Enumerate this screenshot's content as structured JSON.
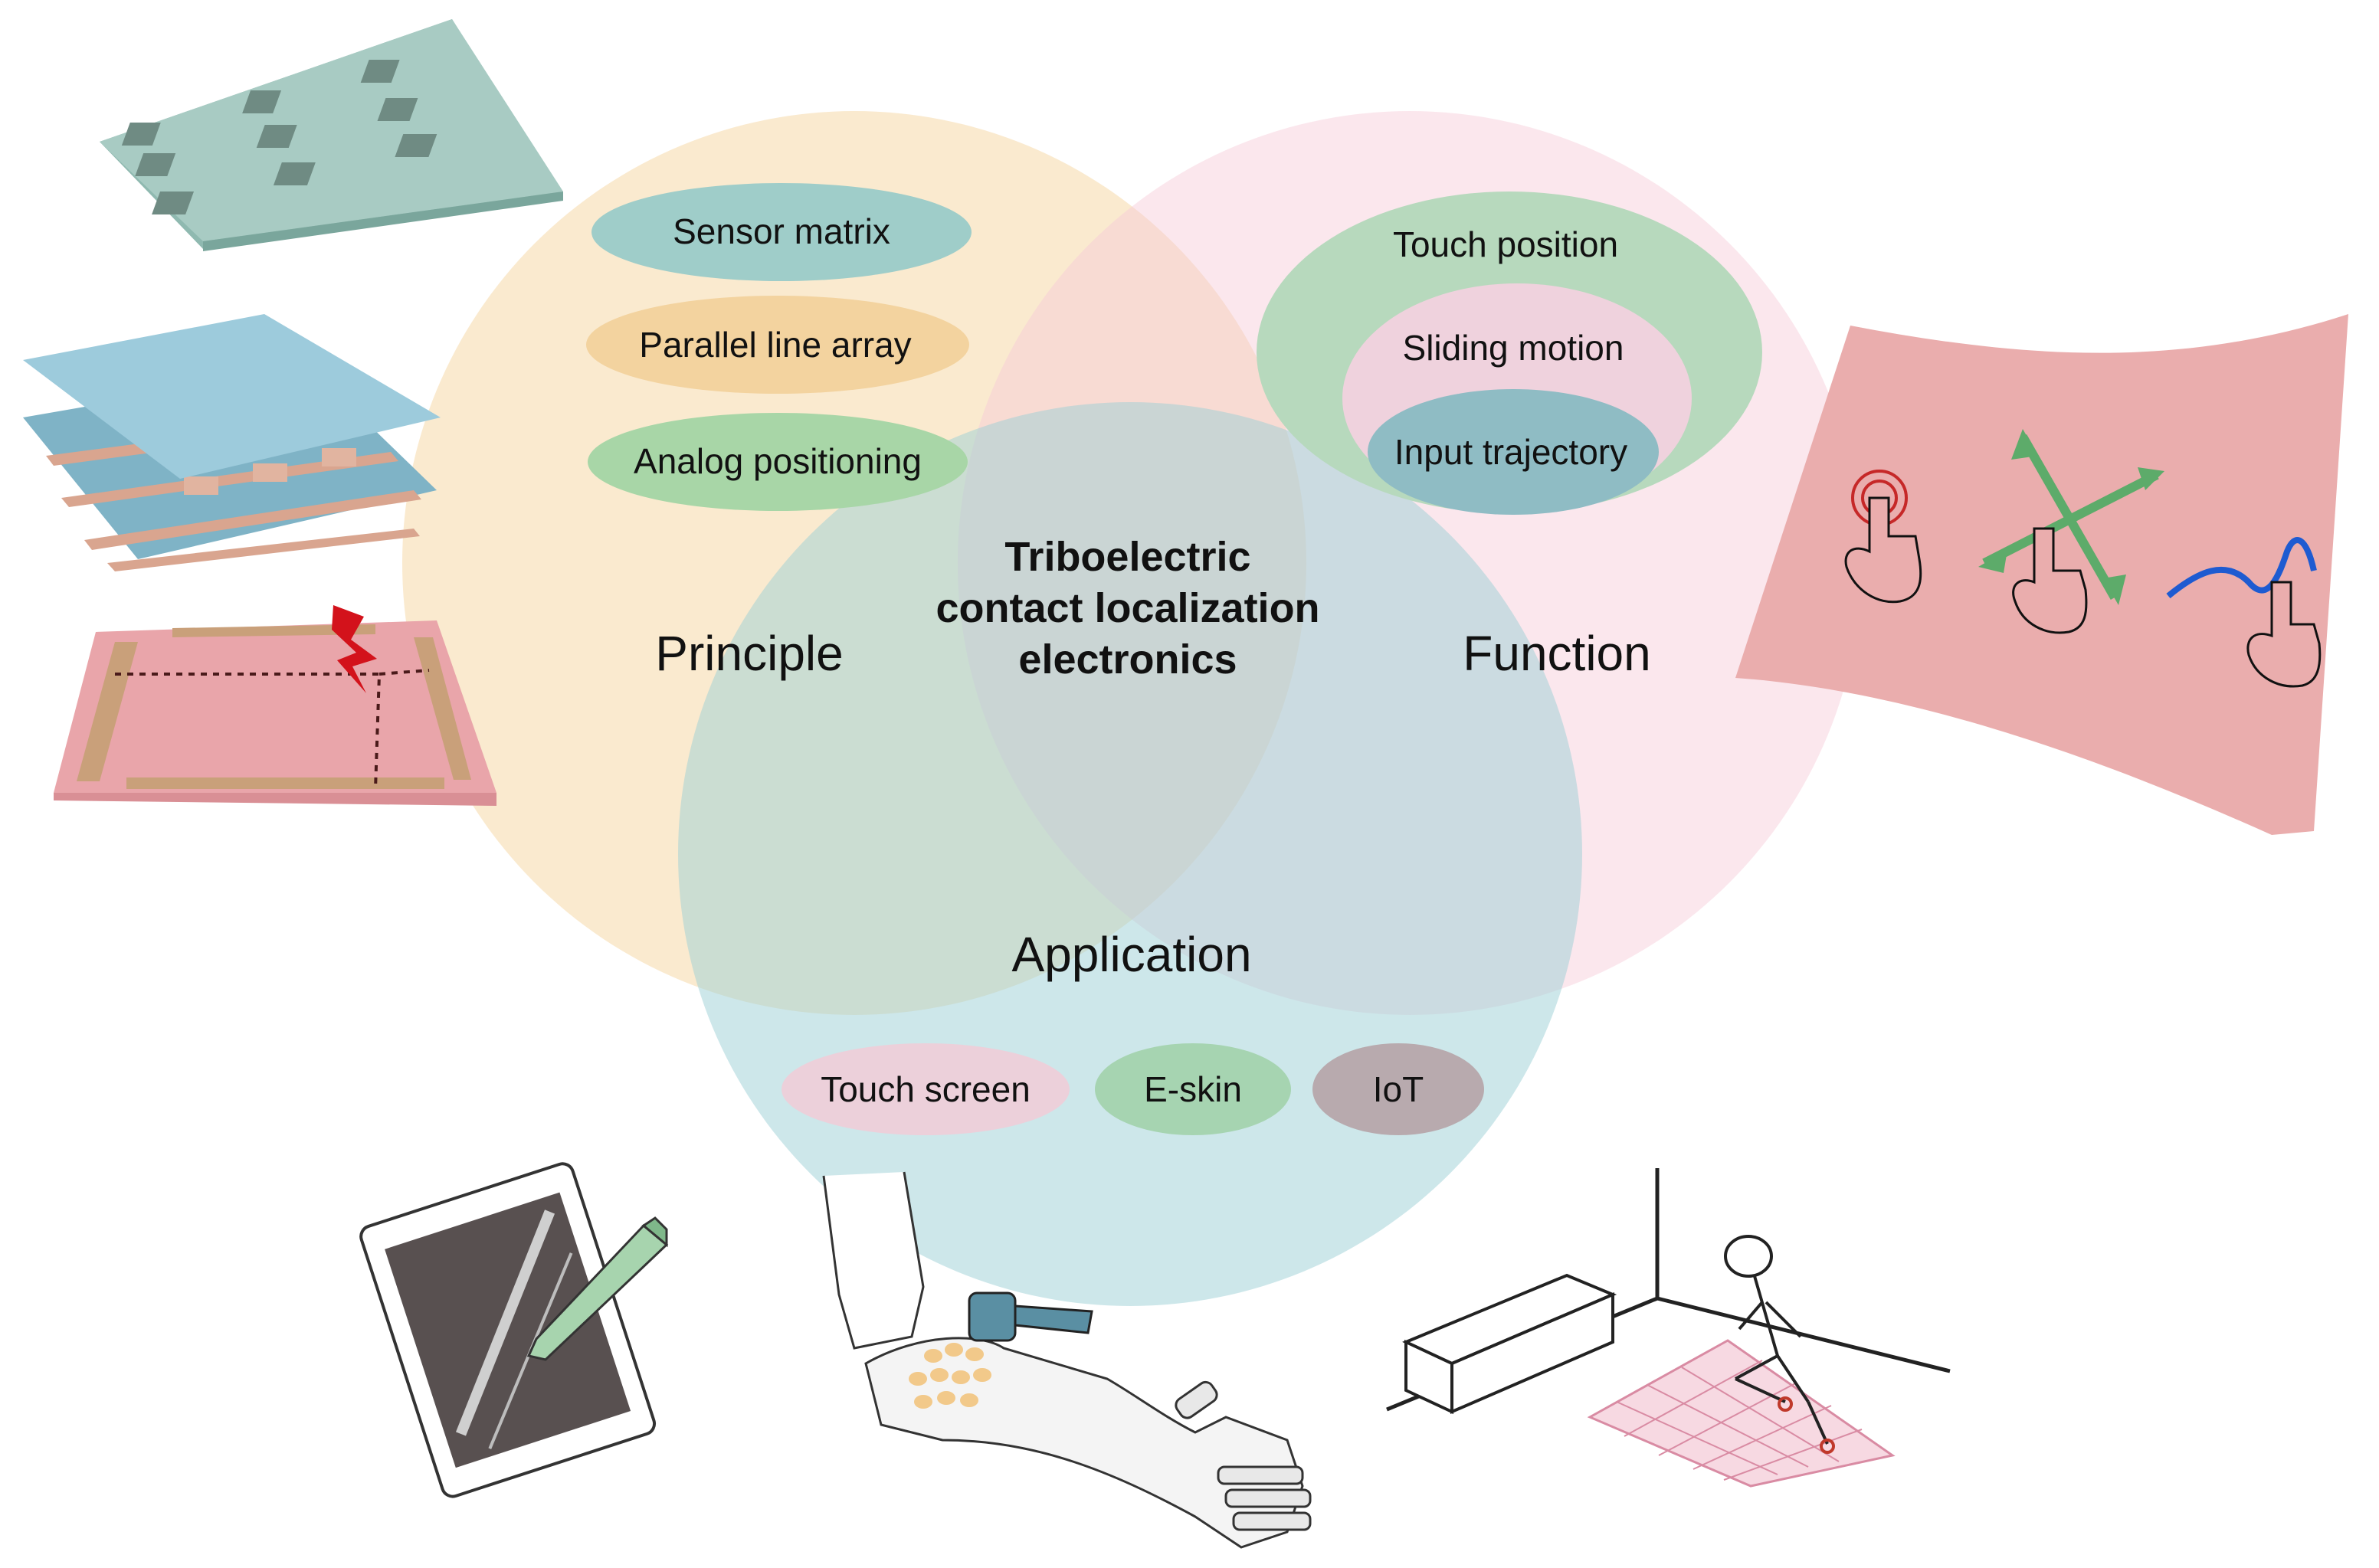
{
  "center": {
    "line1": "Triboelectric",
    "line2": "contact localization",
    "line3": "electronics"
  },
  "sections": {
    "principle": "Principle",
    "function": "Function",
    "application": "Application"
  },
  "principle_items": [
    "Sensor matrix",
    "Parallel line array",
    "Analog positioning"
  ],
  "function_items": [
    "Touch position",
    "Sliding motion",
    "Input trajectory"
  ],
  "application_items": [
    "Touch screen",
    "E-skin",
    "IoT"
  ],
  "colors": {
    "principle_circle": "#f7e0bd",
    "function_circle": "#f8d8e0",
    "application_circle": "#b3d9df",
    "sensor_matrix_pill": "#a4cfcb",
    "parallel_line_pill": "#f4d5a0",
    "analog_pill": "#a9d6a6",
    "touch_position_oval": "#b9dbbf",
    "sliding_motion_oval": "#eed3dc",
    "input_trajectory_oval": "#8fbcc4",
    "touch_screen_pill": "#efd3dc",
    "eskin_pill": "#a9d6b3",
    "iot_pill": "#b7a9ad"
  },
  "icons": [
    "sensor-matrix-illustration",
    "layered-electrode-illustration",
    "analog-positioning-illustration",
    "curved-touch-panel-illustration",
    "tablet-pen-illustration",
    "prosthetic-arm-hammer-illustration",
    "smart-floor-iot-illustration"
  ]
}
